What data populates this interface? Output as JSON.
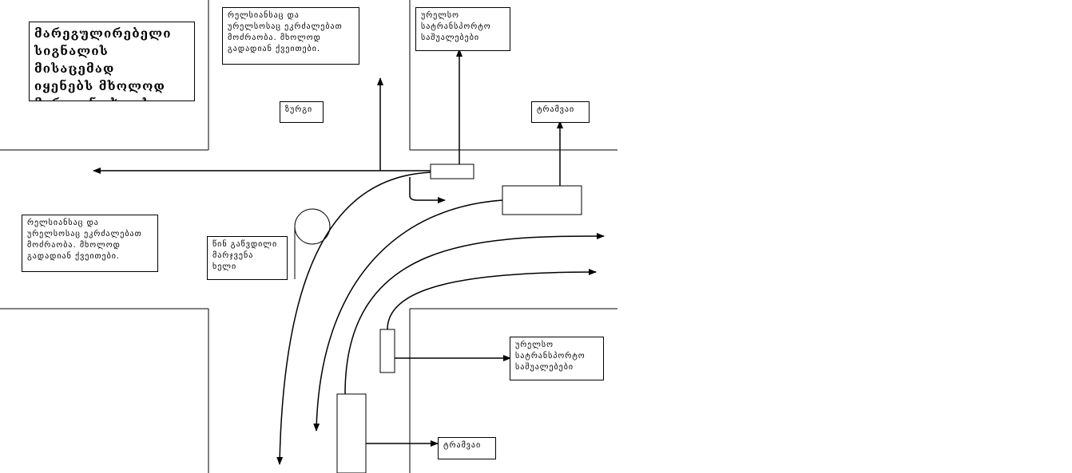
{
  "labels": {
    "main_note": "მარეგულირებელი\nსიგნალის მისაცემად\nიყენებს მხოლოდ\nმარჯვენა ხელს.",
    "top_permission": "რელსიანსაც და\nურელსოსაც ეკრძალებათ\nმოძრაობა. მხოლოდ\nგადადიან ქვეითები.",
    "left_permission": "რელსიანსაც და\nურელსოსაც ეკრძალებათ\nმოძრაობა. მხოლოდ\nგადადიან ქვეითები.",
    "top_right_vehicles": "ურელსო\nსატრანსპორტო\nსაშუალებები",
    "bottom_right_vehicles": "ურელსო\nსატრანსპორტო\nსაშუალებები",
    "back": "ზურგი",
    "tram_top": "ტრამვაი",
    "tram_bottom": "ტრამვაი",
    "hand_raised": "წინ გაწვდილი\nმარჯვენა\nხელი"
  }
}
